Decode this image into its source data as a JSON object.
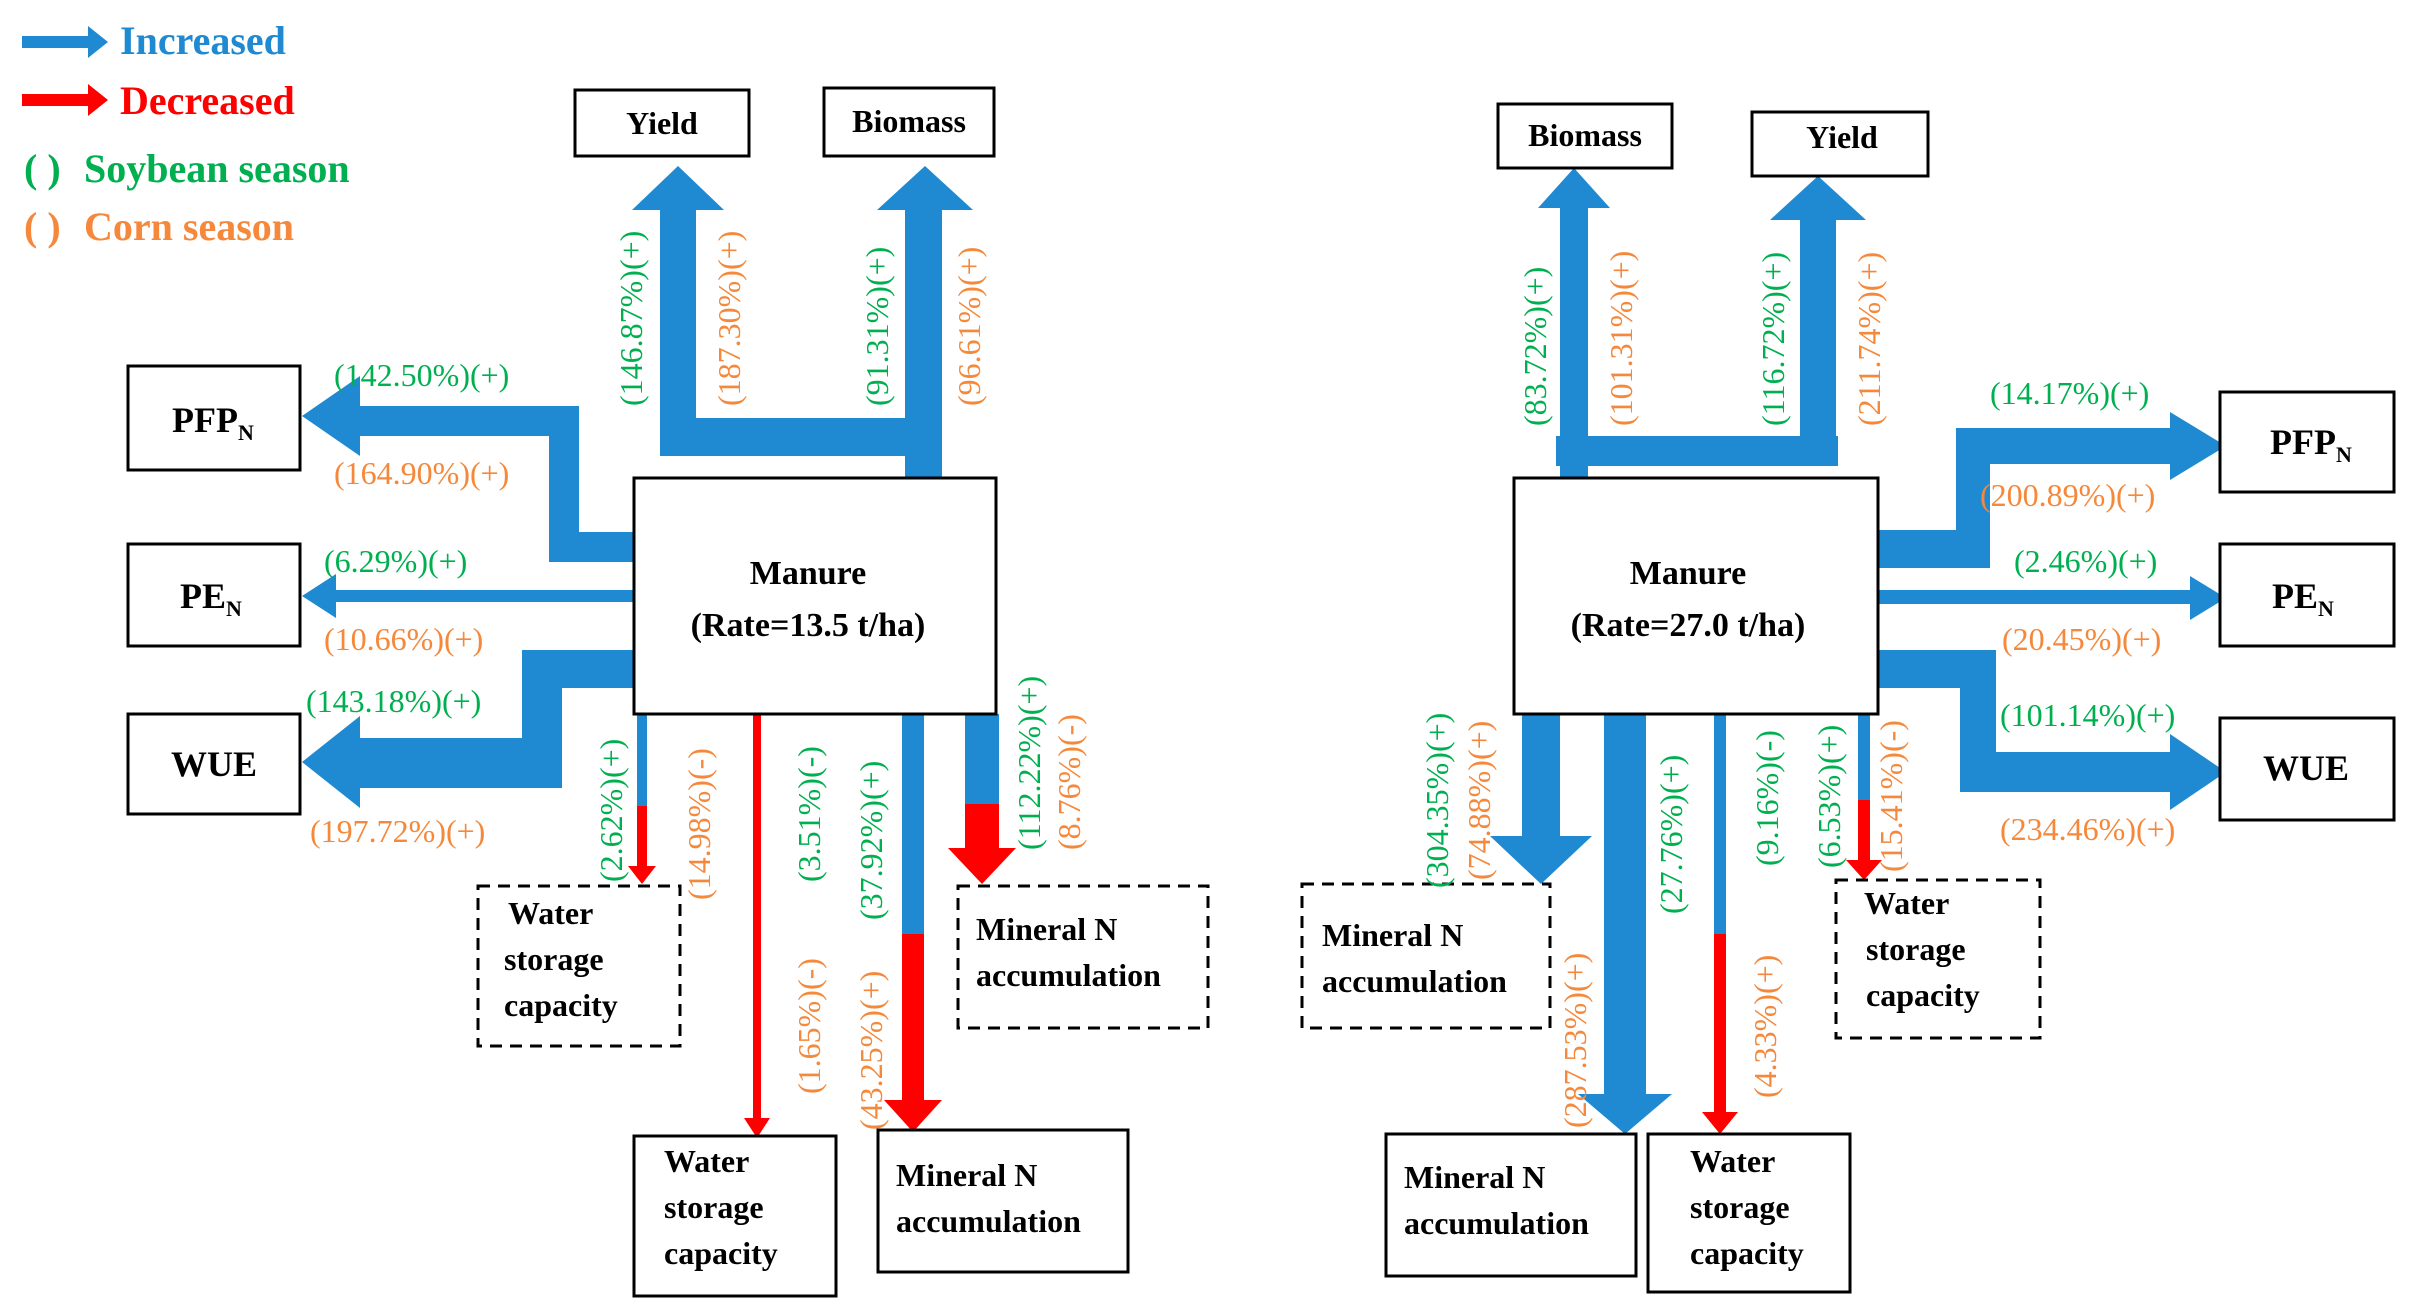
{
  "colors": {
    "increase": "#1f8ad2",
    "decrease": "#ff0000",
    "soybean": "#00b050",
    "corn": "#f5883a",
    "legend_increase_text": "#1f8ad2",
    "legend_decrease_text": "#ff0000"
  },
  "legend": {
    "increased": "Increased",
    "decreased": "Decreased",
    "soybean_marker": "( )",
    "soybean": "Soybean season",
    "corn_marker": "( )",
    "corn": "Corn season"
  },
  "left": {
    "manure_title": "Manure",
    "manure_rate": "(Rate=13.5 t/ha)",
    "yield": "Yield",
    "biomass": "Biomass",
    "pfpn_main": "PFP",
    "pfpn_sub": "N",
    "pen_main": "PE",
    "pen_sub": "N",
    "wue": "WUE",
    "water_storage_dashed": [
      "Water",
      "storage",
      "capacity"
    ],
    "mineral_n_dashed": [
      "Mineral N",
      "accumulation"
    ],
    "water_storage_solid": [
      "Water",
      "storage",
      "capacity"
    ],
    "mineral_n_solid": [
      "Mineral N",
      "accumulation"
    ],
    "labels": {
      "yield_soy": "(146.87%)(+)",
      "yield_corn": "(187.30%)(+)",
      "biomass_soy": "(91.31%)(+)",
      "biomass_corn": "(96.61%)(+)",
      "pfpn_soy": "(142.50%)(+)",
      "pfpn_corn": "(164.90%)(+)",
      "pen_soy": "(6.29%)(+)",
      "pen_corn": "(10.66%)(+)",
      "wue_soy": "(143.18%)(+)",
      "wue_corn": "(197.72%)(+)",
      "ws_dashed_soy": "(2.62%)(+)",
      "ws_dashed_corn": "(14.98%)(-)",
      "ws_solid_soy": "(3.51%)(-)",
      "ws_solid_corn": "(1.65%)(-)",
      "mn_solid_soy": "(37.92%)(+)",
      "mn_solid_corn": "(43.25%)(+)",
      "mn_dashed_soy": "(112.22%)(+)",
      "mn_dashed_corn": "(8.76%)(-)"
    }
  },
  "right": {
    "manure_title": "Manure",
    "manure_rate": "(Rate=27.0 t/ha)",
    "yield": "Yield",
    "biomass": "Biomass",
    "pfpn_main": "PFP",
    "pfpn_sub": "N",
    "pen_main": "PE",
    "pen_sub": "N",
    "wue": "WUE",
    "mineral_n_dashed": [
      "Mineral N",
      "accumulation"
    ],
    "water_storage_dashed": [
      "Water",
      "storage",
      "capacity"
    ],
    "mineral_n_solid": [
      "Mineral N",
      "accumulation"
    ],
    "water_storage_solid": [
      "Water",
      "storage",
      "capacity"
    ],
    "labels": {
      "biomass_soy": "(83.72%)(+)",
      "biomass_corn": "(101.31%)(+)",
      "yield_soy": "(116.72%)(+)",
      "yield_corn": "(211.74%)(+)",
      "pfpn_soy": "(14.17%)(+)",
      "pfpn_corn": "(200.89%)(+)",
      "pen_soy": "(2.46%)(+)",
      "pen_corn": "(20.45%)(+)",
      "wue_soy": "(101.14%)(+)",
      "wue_corn": "(234.46%)(+)",
      "mn_dashed_soy": "(304.35%)(+)",
      "mn_dashed_corn": "(74.88%)(+)",
      "mn_solid_soy": "(27.76%)(+)",
      "mn_solid_corn": "(287.53%)(+)",
      "ws_solid_soy": "(9.16%)(-)",
      "ws_solid_corn": "(4.33%)(+)",
      "ws_dashed_soy": "(6.53%)(+)",
      "ws_dashed_corn": "(15.41%)(-)"
    }
  }
}
